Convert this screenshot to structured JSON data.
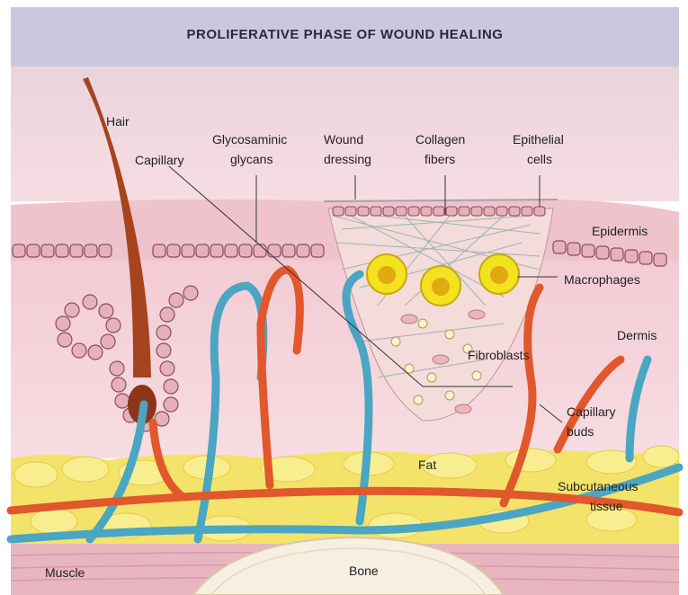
{
  "title": "PROLIFERATIVE PHASE OF WOUND HEALING",
  "labels": {
    "hair": "Hair",
    "capillary": "Capillary",
    "glycosaminoglycans_1": "Glycosaminic",
    "glycosaminoglycans_2": "glycans",
    "wound_dressing_1": "Wound",
    "wound_dressing_2": "dressing",
    "collagen_fibers_1": "Collagen",
    "collagen_fibers_2": "fibers",
    "epithelial_cells_1": "Epithelial",
    "epithelial_cells_2": "cells",
    "epidermis": "Epidermis",
    "macrophages": "Macrophages",
    "dermis": "Dermis",
    "fibroblasts": "Fibroblasts",
    "capillary_buds_1": "Capillary",
    "capillary_buds_2": "buds",
    "fat": "Fat",
    "subcutaneous_1": "Subcutaneous",
    "subcutaneous_2": "tissue",
    "muscle": "Muscle",
    "bone": "Bone"
  },
  "colors": {
    "skin_top": "#f2c9cf",
    "dermis": "#f5d3d8",
    "fat": "#f4e36a",
    "muscle": "#e9b7c2",
    "artery": "#e0582b",
    "vein": "#4aa6c2",
    "hair": "#a5441e",
    "macrophage": "#f3e21f"
  }
}
